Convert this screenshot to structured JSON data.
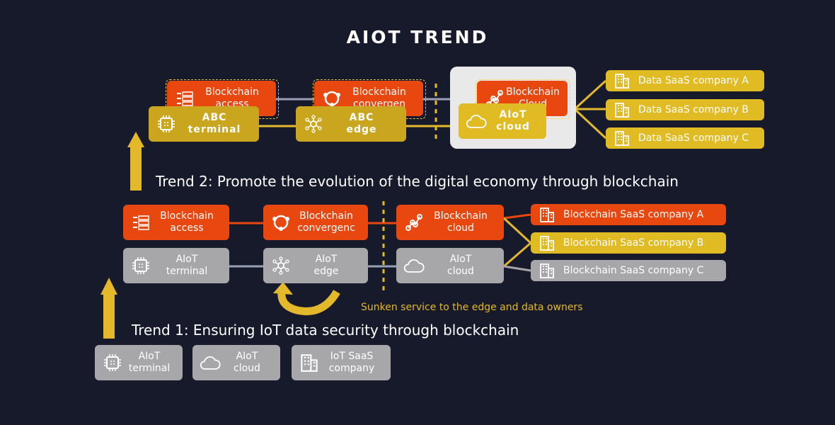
{
  "title": "AIOT TREND",
  "trend2": "Trend 2: Promote the evolution of the digital economy through blockchain",
  "trend1": "Trend 1: Ensuring IoT data security through blockchain",
  "note": "Sunken service to the edge and data owners",
  "top": {
    "access": "Blockchain\naccess",
    "convergence": "Blockchain\nconvergen",
    "cloud_bc": "Blockchain\nCloud",
    "terminal": "ABC\nterminal",
    "edge": "ABC\nedge",
    "cloud": "AIoT\ncloud",
    "companies": [
      "Data SaaS company A",
      "Data SaaS company B",
      "Data SaaS company C"
    ]
  },
  "middle": {
    "access": "Blockchain\naccess",
    "convergence": "Blockchain\nconvergenc",
    "cloud_bc": "Blockchain\ncloud",
    "terminal": "AIoT\nterminal",
    "edge": "AIoT\nedge",
    "cloud": "AIoT\ncloud",
    "companies": [
      "Blockchain SaaS company A",
      "Blockchain SaaS company B",
      "Blockchain SaaS company C"
    ]
  },
  "bottom": {
    "terminal": "AIoT\nterminal",
    "cloud": "AIoT\ncloud",
    "company": "IoT SaaS\ncompany"
  },
  "colors": {
    "background": "#171a2b",
    "orange": "#e8470f",
    "gray": "#a7a7a9",
    "gold": "#e3b82a"
  },
  "icons": [
    "chip-icon",
    "server-icon",
    "convergence-icon",
    "network-icon",
    "cloud-icon",
    "chain-icon",
    "building-icon"
  ]
}
